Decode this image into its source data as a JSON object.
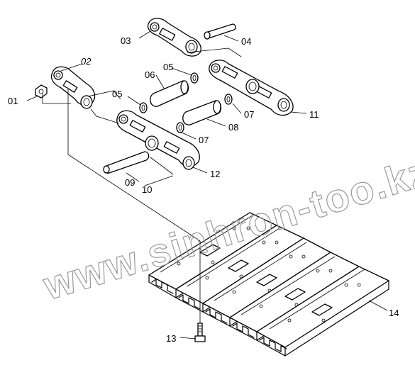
{
  "watermark": {
    "text": "www.sinhron-too.kz"
  },
  "corner_mark": "",
  "callouts": [
    {
      "id": "01",
      "label": "01"
    },
    {
      "id": "02",
      "label": "02"
    },
    {
      "id": "03",
      "label": "03"
    },
    {
      "id": "04",
      "label": "04"
    },
    {
      "id": "05a",
      "label": "05"
    },
    {
      "id": "05b",
      "label": "05"
    },
    {
      "id": "06",
      "label": "06"
    },
    {
      "id": "07a",
      "label": "07"
    },
    {
      "id": "07b",
      "label": "07"
    },
    {
      "id": "08",
      "label": "08"
    },
    {
      "id": "09",
      "label": "09"
    },
    {
      "id": "10",
      "label": "10"
    },
    {
      "id": "11",
      "label": "11"
    },
    {
      "id": "12",
      "label": "12"
    },
    {
      "id": "13",
      "label": "13"
    },
    {
      "id": "14",
      "label": "14"
    }
  ]
}
